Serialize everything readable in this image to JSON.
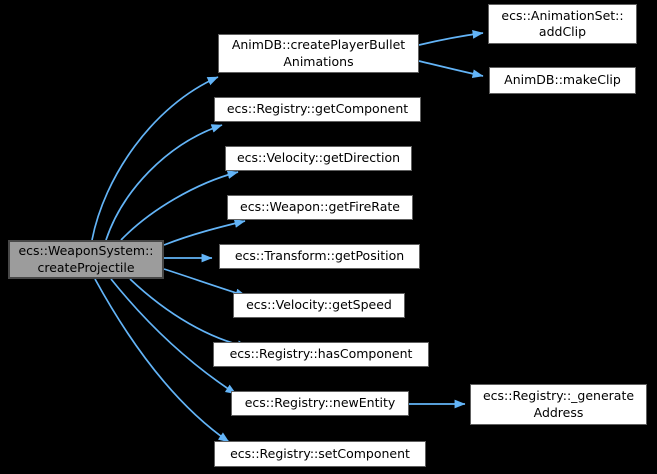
{
  "diagram": {
    "type": "doxygen-call-graph",
    "colors": {
      "background": "#000000",
      "edge": "#63b4f7",
      "node_fill": "#ffffff",
      "node_border": "#606060",
      "focus_node_fill": "#9c9c9c",
      "focus_node_border": "#474747",
      "text": "#000000"
    },
    "nodes": {
      "createProjectile": {
        "label": [
          "ecs::WeaponSystem::",
          "createProjectile"
        ],
        "focused": true
      },
      "createPlayerBulletAnimations": {
        "label": [
          "AnimDB::createPlayerBullet",
          "Animations"
        ]
      },
      "getComponent": {
        "label": [
          "ecs::Registry::getComponent"
        ]
      },
      "getDirection": {
        "label": [
          "ecs::Velocity::getDirection"
        ]
      },
      "getFireRate": {
        "label": [
          "ecs::Weapon::getFireRate"
        ]
      },
      "getPosition": {
        "label": [
          "ecs::Transform::getPosition"
        ]
      },
      "getSpeed": {
        "label": [
          "ecs::Velocity::getSpeed"
        ]
      },
      "hasComponent": {
        "label": [
          "ecs::Registry::hasComponent"
        ]
      },
      "newEntity": {
        "label": [
          "ecs::Registry::newEntity"
        ]
      },
      "setComponent": {
        "label": [
          "ecs::Registry::setComponent"
        ]
      },
      "addClip": {
        "label": [
          "ecs::AnimationSet::",
          "addClip"
        ]
      },
      "makeClip": {
        "label": [
          "AnimDB::makeClip"
        ]
      },
      "generateAddress": {
        "label": [
          "ecs::Registry::_generate",
          "Address"
        ]
      }
    },
    "edges": [
      {
        "from": "ecs::WeaponSystem::createProjectile",
        "to": "AnimDB::createPlayerBulletAnimations"
      },
      {
        "from": "ecs::WeaponSystem::createProjectile",
        "to": "ecs::Registry::getComponent"
      },
      {
        "from": "ecs::WeaponSystem::createProjectile",
        "to": "ecs::Velocity::getDirection"
      },
      {
        "from": "ecs::WeaponSystem::createProjectile",
        "to": "ecs::Weapon::getFireRate"
      },
      {
        "from": "ecs::WeaponSystem::createProjectile",
        "to": "ecs::Transform::getPosition"
      },
      {
        "from": "ecs::WeaponSystem::createProjectile",
        "to": "ecs::Velocity::getSpeed"
      },
      {
        "from": "ecs::WeaponSystem::createProjectile",
        "to": "ecs::Registry::hasComponent"
      },
      {
        "from": "ecs::WeaponSystem::createProjectile",
        "to": "ecs::Registry::newEntity"
      },
      {
        "from": "ecs::WeaponSystem::createProjectile",
        "to": "ecs::Registry::setComponent"
      },
      {
        "from": "AnimDB::createPlayerBulletAnimations",
        "to": "ecs::AnimationSet::addClip"
      },
      {
        "from": "AnimDB::createPlayerBulletAnimations",
        "to": "AnimDB::makeClip"
      },
      {
        "from": "ecs::Registry::newEntity",
        "to": "ecs::Registry::_generateAddress"
      }
    ]
  }
}
